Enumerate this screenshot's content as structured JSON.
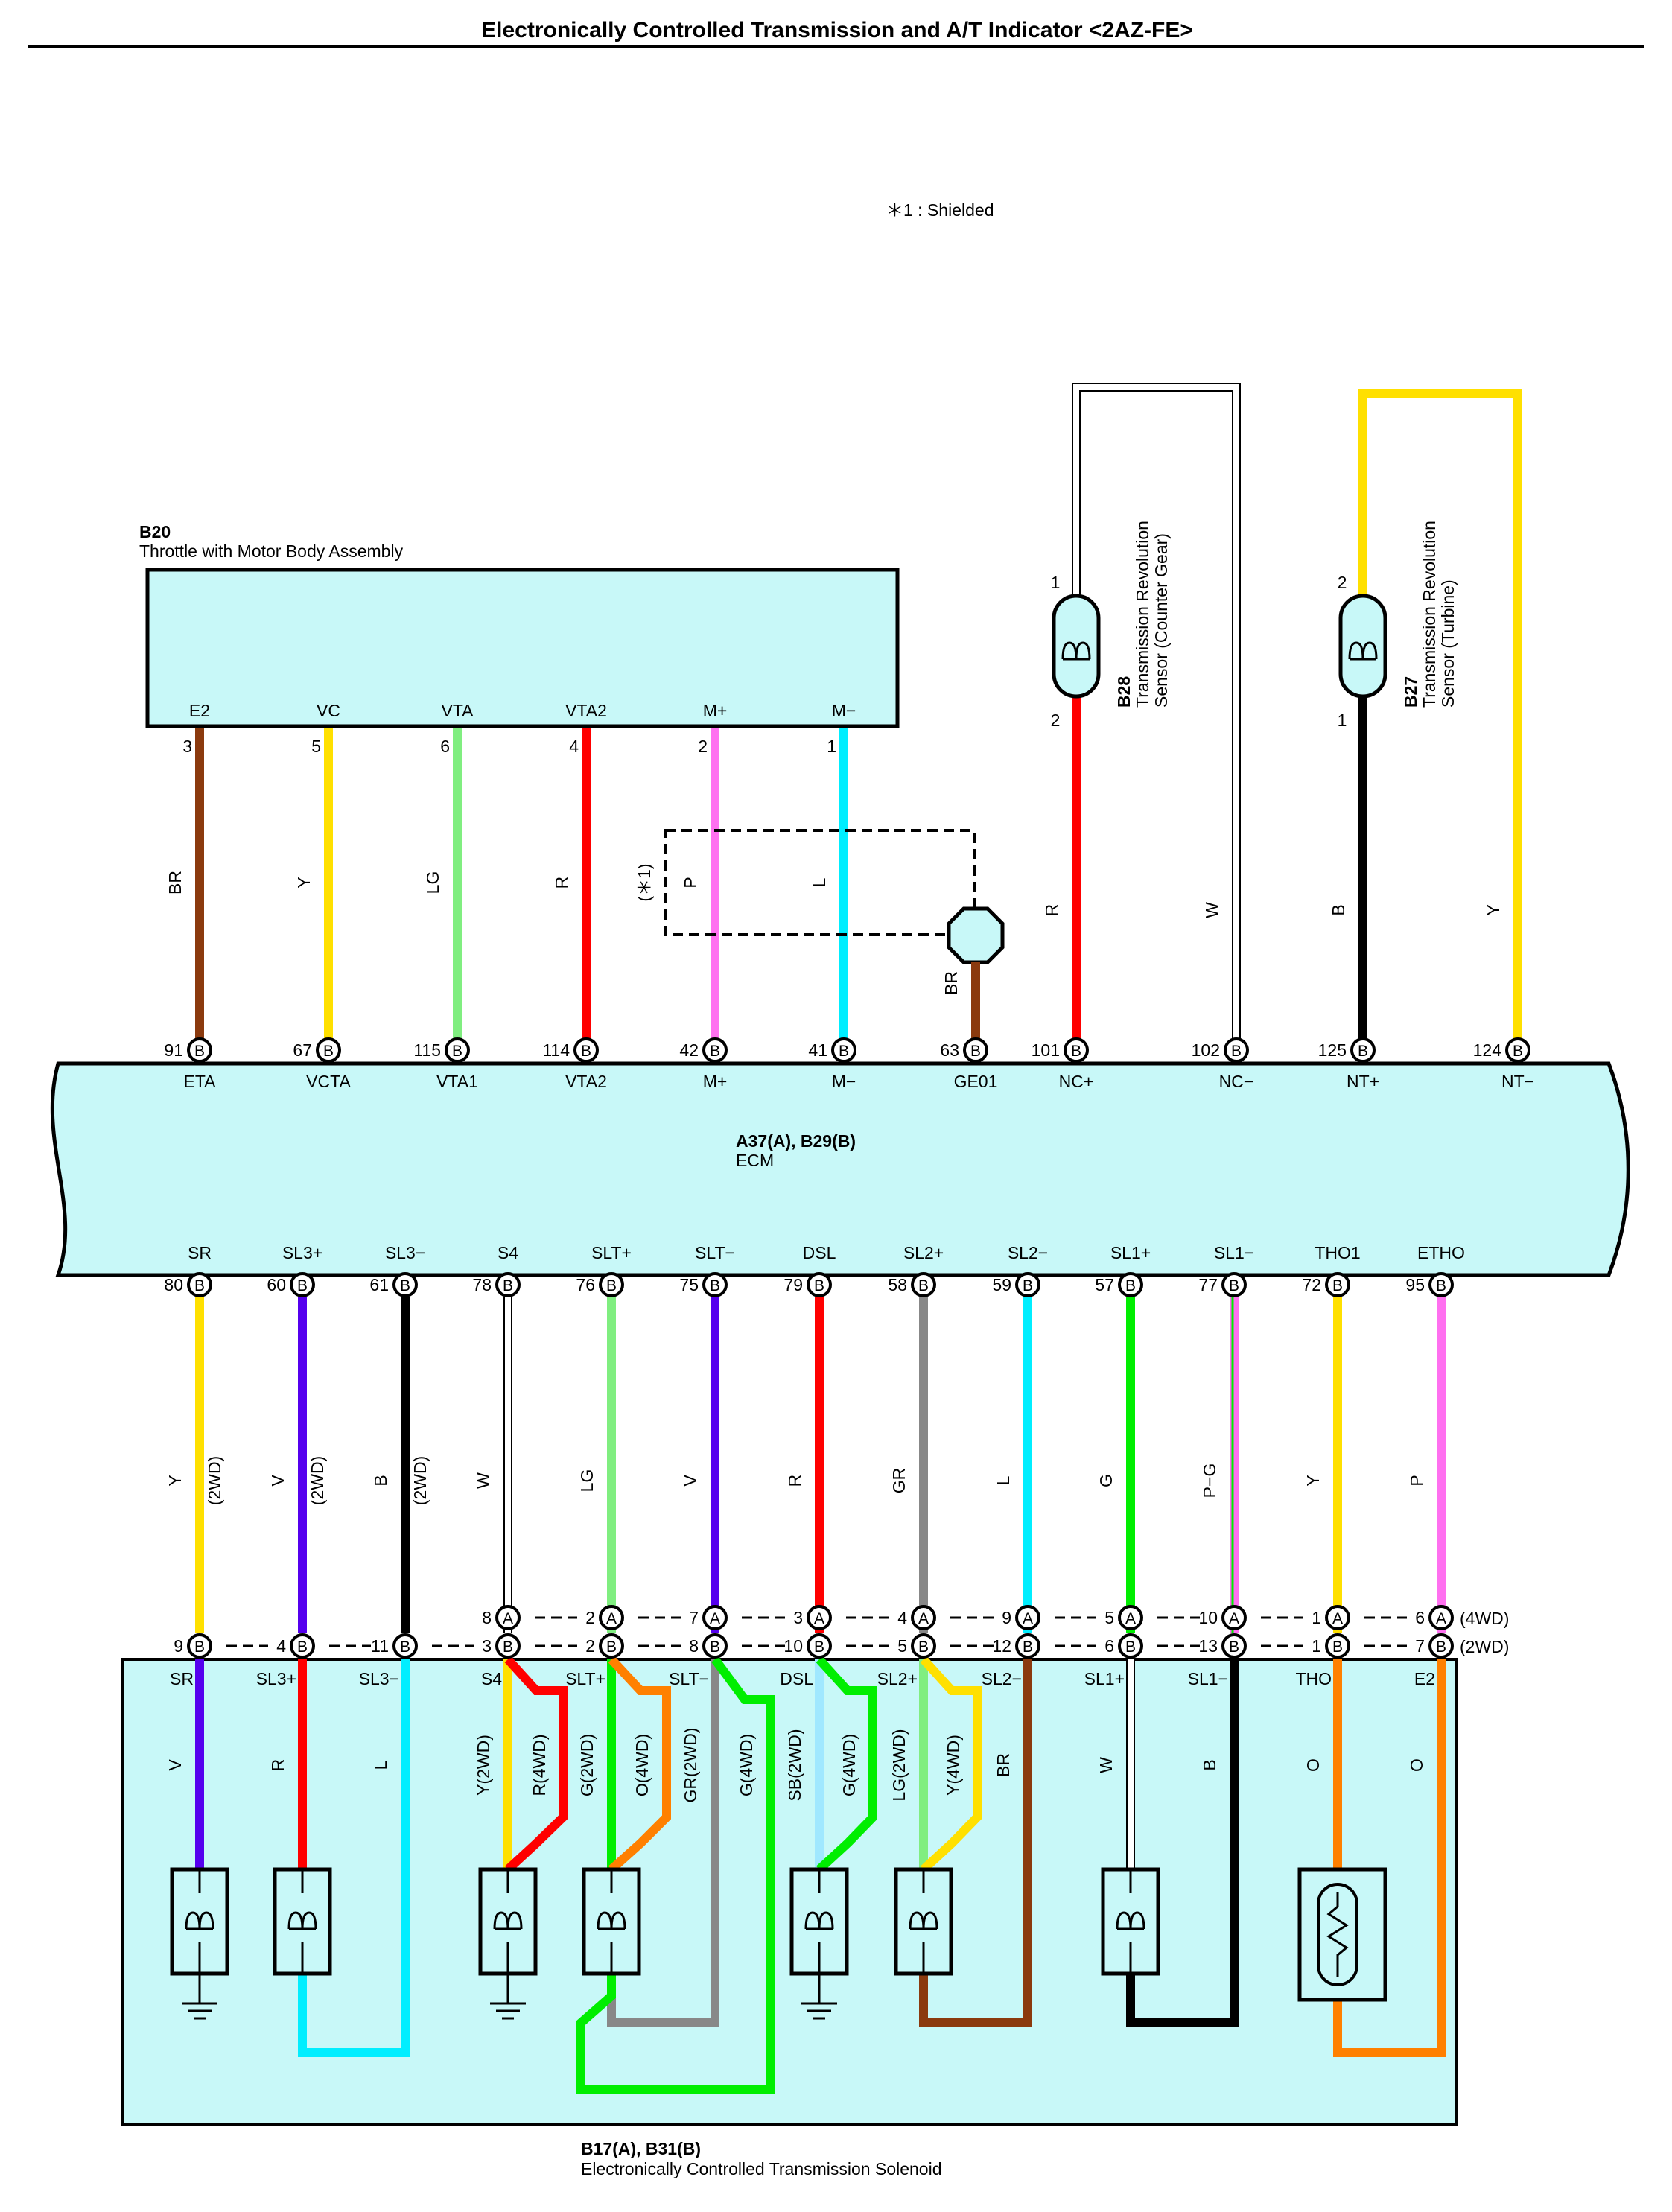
{
  "title": "Electronically Controlled Transmission and A/T Indicator <2AZ-FE>",
  "shield_note": "＊1 : Shielded",
  "throttle": {
    "code": "B20",
    "name": "Throttle with Motor Body Assembly",
    "pins": [
      {
        "label": "E2",
        "num": "3",
        "wire": "BR",
        "color": "#8B3A0E"
      },
      {
        "label": "VC",
        "num": "5",
        "wire": "Y",
        "color": "#FFE000"
      },
      {
        "label": "VTA",
        "num": "6",
        "wire": "LG",
        "color": "#80EE80"
      },
      {
        "label": "VTA2",
        "num": "4",
        "wire": "R",
        "color": "#FF0000"
      },
      {
        "label": "M+",
        "num": "2",
        "wire": "P",
        "color": "#FF70F0"
      },
      {
        "label": "M−",
        "num": "1",
        "wire": "L",
        "color": "#00EEFF"
      }
    ]
  },
  "shield_ref": "(＊1)",
  "shield_wire": {
    "wire": "BR",
    "color": "#8B3A0E"
  },
  "sensor_b28": {
    "code": "B28",
    "line1": "Transmission Revolution",
    "line2": "Sensor (Counter Gear)",
    "pin_top": "1",
    "pin_bottom": "2"
  },
  "sensor_b27": {
    "code": "B27",
    "line1": "Transmission Revolution",
    "line2": "Sensor (Turbine)",
    "pin_top": "2",
    "pin_bottom": "1"
  },
  "sensor_wires": [
    {
      "wire": "R",
      "color": "#FF0000"
    },
    {
      "wire": "W",
      "color": "#FFFFFF"
    },
    {
      "wire": "B",
      "color": "#000000"
    },
    {
      "wire": "Y",
      "color": "#FFE000"
    }
  ],
  "ecm": {
    "code": "A37(A), B29(B)",
    "name": "ECM",
    "top_pins": [
      {
        "num": "91",
        "conn": "B",
        "label": "ETA"
      },
      {
        "num": "67",
        "conn": "B",
        "label": "VCTA"
      },
      {
        "num": "115",
        "conn": "B",
        "label": "VTA1"
      },
      {
        "num": "114",
        "conn": "B",
        "label": "VTA2"
      },
      {
        "num": "42",
        "conn": "B",
        "label": "M+"
      },
      {
        "num": "41",
        "conn": "B",
        "label": "M−"
      },
      {
        "num": "63",
        "conn": "B",
        "label": "GE01"
      },
      {
        "num": "101",
        "conn": "B",
        "label": "NC+"
      },
      {
        "num": "102",
        "conn": "B",
        "label": "NC−"
      },
      {
        "num": "125",
        "conn": "B",
        "label": "NT+"
      },
      {
        "num": "124",
        "conn": "B",
        "label": "NT−"
      }
    ],
    "bottom_pins": [
      {
        "label": "SR",
        "num": "80",
        "conn": "B",
        "wire": "Y",
        "note": "(2WD)",
        "color": "#FFE000"
      },
      {
        "label": "SL3+",
        "num": "60",
        "conn": "B",
        "wire": "V",
        "note": "(2WD)",
        "color": "#5500EE"
      },
      {
        "label": "SL3−",
        "num": "61",
        "conn": "B",
        "wire": "B",
        "note": "(2WD)",
        "color": "#000000"
      },
      {
        "label": "S4",
        "num": "78",
        "conn": "B",
        "wire": "W",
        "note": "",
        "color": "#FFFFFF"
      },
      {
        "label": "SLT+",
        "num": "76",
        "conn": "B",
        "wire": "LG",
        "note": "",
        "color": "#80EE80"
      },
      {
        "label": "SLT−",
        "num": "75",
        "conn": "B",
        "wire": "V",
        "note": "",
        "color": "#5500EE"
      },
      {
        "label": "DSL",
        "num": "79",
        "conn": "B",
        "wire": "R",
        "note": "",
        "color": "#FF0000"
      },
      {
        "label": "SL2+",
        "num": "58",
        "conn": "B",
        "wire": "GR",
        "note": "",
        "color": "#888888"
      },
      {
        "label": "SL2−",
        "num": "59",
        "conn": "B",
        "wire": "L",
        "note": "",
        "color": "#00EEFF"
      },
      {
        "label": "SL1+",
        "num": "57",
        "conn": "B",
        "wire": "G",
        "note": "",
        "color": "#00EE00"
      },
      {
        "label": "SL1−",
        "num": "77",
        "conn": "B",
        "wire": "P−G",
        "note": "",
        "color": "#FF70F0"
      },
      {
        "label": "THO1",
        "num": "72",
        "conn": "B",
        "wire": "Y",
        "note": "",
        "color": "#FFE000"
      },
      {
        "label": "ETHO",
        "num": "95",
        "conn": "B",
        "wire": "P",
        "note": "",
        "color": "#FF70F0"
      }
    ]
  },
  "solenoid": {
    "code": "B17(A), B31(B)",
    "name": "Electronically Controlled Transmission Solenoid",
    "row_4wd_label": "(4WD)",
    "row_2wd_label": "(2WD)",
    "row_4wd": [
      "",
      "",
      "",
      "8",
      "2",
      "7",
      "3",
      "4",
      "9",
      "5",
      "10",
      "1",
      "6"
    ],
    "row_2wd": [
      "9",
      "4",
      "11",
      "3",
      "2",
      "8",
      "10",
      "5",
      "12",
      "6",
      "13",
      "1",
      "7"
    ],
    "terminals": [
      "SR",
      "SL3+",
      "SL3−",
      "S4",
      "SLT+",
      "SLT−",
      "DSL",
      "SL2+",
      "SL2−",
      "SL1+",
      "SL1−",
      "THO",
      "E2"
    ],
    "wires": [
      {
        "wire": "V",
        "color": "#5500EE"
      },
      {
        "wire": "R",
        "color": "#FF0000"
      },
      {
        "wire": "L",
        "color": "#00EEFF"
      },
      {
        "wire": "Y(2WD)",
        "color": "#FFE000"
      },
      {
        "wire": "R(4WD)",
        "color": "#FF0000"
      },
      {
        "wire": "G(2WD)",
        "color": "#00EE00"
      },
      {
        "wire": "O(4WD)",
        "color": "#FF8000"
      },
      {
        "wire": "GR(2WD)",
        "color": "#888888"
      },
      {
        "wire": "G(4WD)",
        "color": "#00EE00"
      },
      {
        "wire": "SB(2WD)",
        "color": "#A0E8FF"
      },
      {
        "wire": "G(4WD)",
        "color": "#00EE00"
      },
      {
        "wire": "LG(2WD)",
        "color": "#80EE80"
      },
      {
        "wire": "Y(4WD)",
        "color": "#FFE000"
      },
      {
        "wire": "BR",
        "color": "#8B3A0E"
      },
      {
        "wire": "W",
        "color": "#FFFFFF"
      },
      {
        "wire": "B",
        "color": "#000000"
      },
      {
        "wire": "O",
        "color": "#FF8000"
      },
      {
        "wire": "O",
        "color": "#FF8000"
      }
    ]
  },
  "colors": {
    "component_fill": "#C8F8F8",
    "outline": "#000000"
  }
}
